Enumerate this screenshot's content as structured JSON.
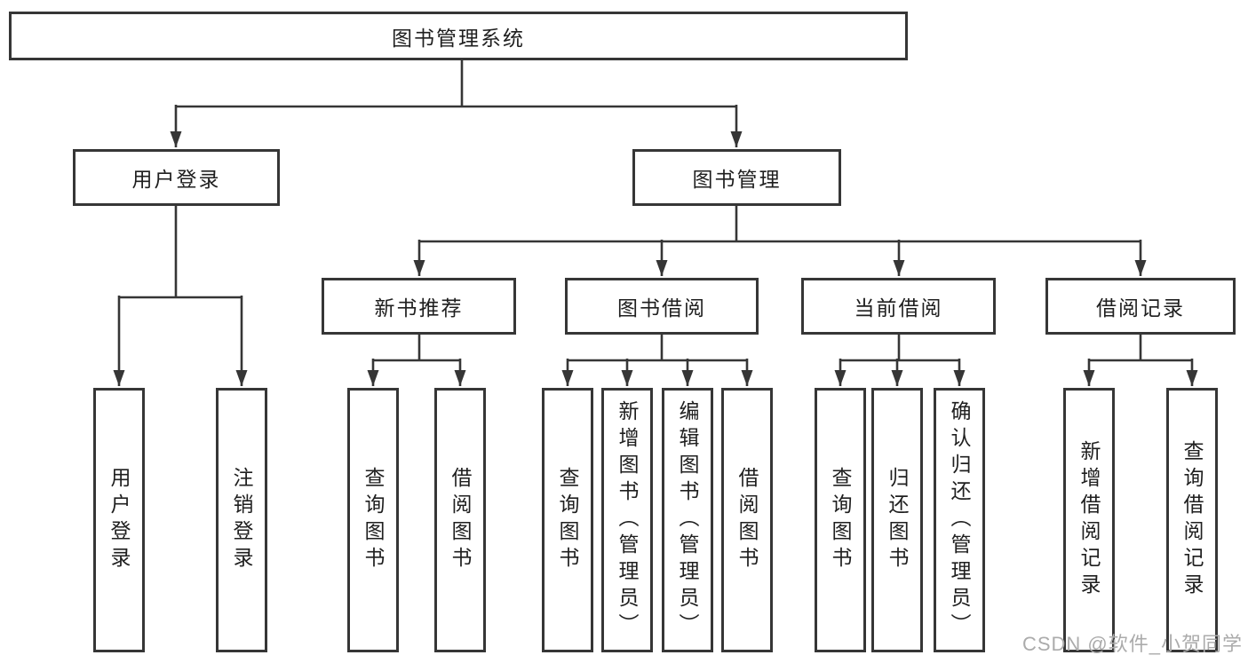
{
  "diagram": {
    "root": {
      "label": "图书管理系统"
    },
    "level2": [
      {
        "label": "用户登录"
      },
      {
        "label": "图书管理"
      }
    ],
    "level3": [
      {
        "label": "新书推荐"
      },
      {
        "label": "图书借阅"
      },
      {
        "label": "当前借阅"
      },
      {
        "label": "借阅记录"
      }
    ],
    "leaves": {
      "user_login": [
        {
          "label": "用户登录"
        },
        {
          "label": "注销登录"
        }
      ],
      "new_book": [
        {
          "label": "查询图书"
        },
        {
          "label": "借阅图书"
        }
      ],
      "book_borrow": [
        {
          "label": "查询图书"
        },
        {
          "label": "新增图书（管理员）"
        },
        {
          "label": "编辑图书（管理员）"
        },
        {
          "label": "借阅图书"
        }
      ],
      "current_borrow": [
        {
          "label": "查询图书"
        },
        {
          "label": "归还图书"
        },
        {
          "label": "确认归还（管理员）"
        }
      ],
      "borrow_records": [
        {
          "label": "新增借阅记录"
        },
        {
          "label": "查询借阅记录"
        }
      ]
    }
  },
  "watermark": {
    "text": "CSDN @软件_小贺同学"
  },
  "colors": {
    "line": "#363636",
    "text": "#1f1f1f",
    "background": "#ffffff",
    "watermark": "#ababab"
  }
}
